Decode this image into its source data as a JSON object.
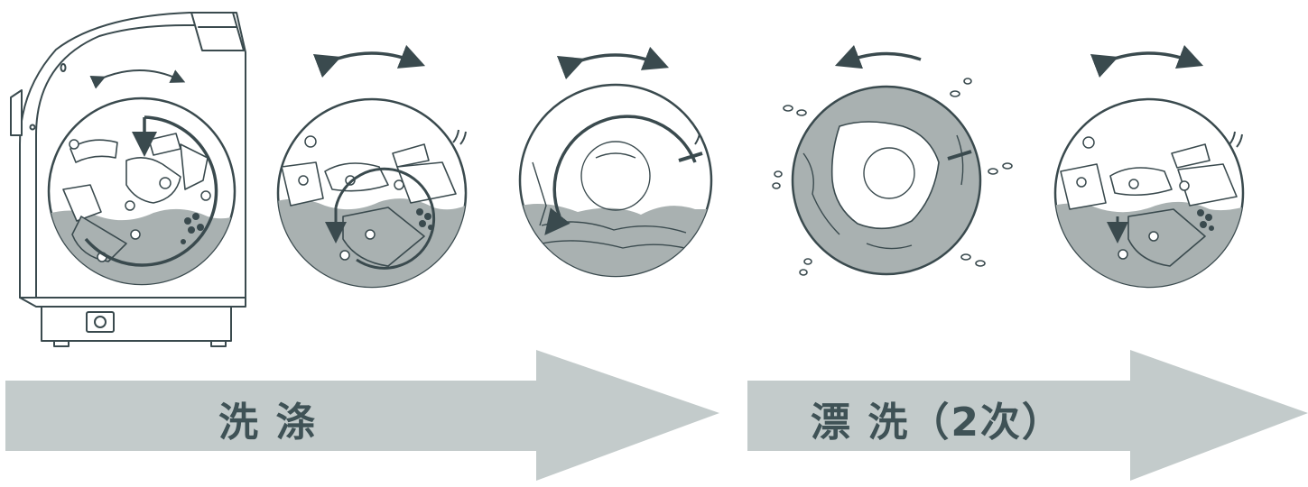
{
  "colors": {
    "line": "#3a4a4e",
    "water": "#a9b1b1",
    "band": "#c3cbcb",
    "label": "#3f5256",
    "background": "#ffffff"
  },
  "stages": {
    "wash": {
      "label": "洗  涤"
    },
    "rinse": {
      "label": "漂  洗（2次）"
    }
  },
  "drums": [
    {
      "icon": "washing-machine-icon",
      "motion": "back-and-forth"
    },
    {
      "icon": "drum-tumble-icon",
      "motion": "back-and-forth"
    },
    {
      "icon": "drum-spin-icon",
      "motion": "back-and-forth"
    },
    {
      "icon": "drum-spray-icon",
      "motion": "one-direction"
    },
    {
      "icon": "drum-rinse-icon",
      "motion": "back-and-forth"
    }
  ]
}
